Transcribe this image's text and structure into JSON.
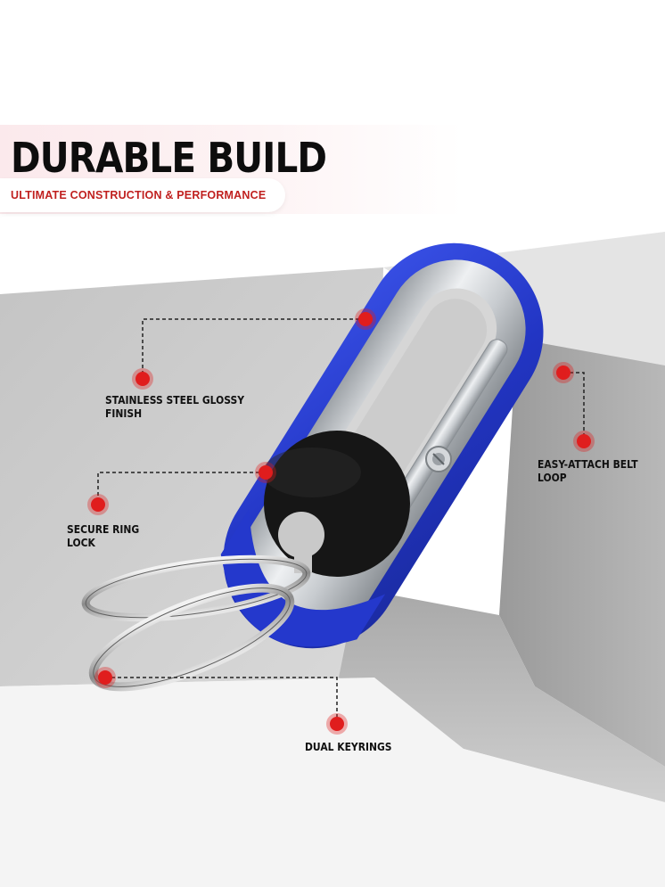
{
  "header": {
    "title": "DURABLE BUILD",
    "subtitle": "ULTIMATE CONSTRUCTION & PERFORMANCE"
  },
  "callouts": {
    "steel": {
      "line1": "STAINLESS STEEL GLOSSY",
      "line2": "FINISH"
    },
    "ring_lock": {
      "line1": "SECURE RING",
      "line2": "LOCK"
    },
    "belt_loop": {
      "line1": "EASY-ATTACH BELT",
      "line2": "LOOP"
    },
    "keyrings": {
      "line1": "DUAL KEYRINGS"
    }
  },
  "colors": {
    "accent_red": "#e01e1e",
    "title_black": "#0d0d0d",
    "subtitle_red": "#c0201f",
    "sleeve_blue": "#2a3fd1",
    "steel_grey": "#c9cccf",
    "bg_grey": "#9e9e9e"
  }
}
